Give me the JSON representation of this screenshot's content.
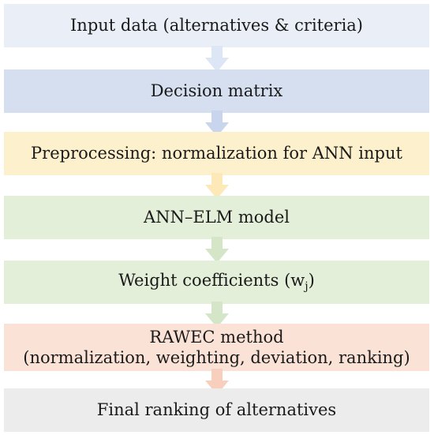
{
  "diagram": {
    "steps": [
      {
        "label": "Input data (alternatives & criteria)",
        "color": "#e9eef7"
      },
      {
        "label": "Decision matrix",
        "color": "#d6dff0"
      },
      {
        "label": "Preprocessing: normalization for ANN input",
        "color": "#fdf0cc"
      },
      {
        "label": "ANN–ELM model",
        "color": "#e3efd8"
      },
      {
        "label_main": "Weight coefficients (w",
        "label_sub": "j",
        "label_end": ")",
        "color": "#e3efd8"
      },
      {
        "label_line1": "RAWEC method",
        "label_line2": "(normalization, weighting, deviation, ranking)",
        "color": "#fbe2d6"
      },
      {
        "label": "Final ranking of alternatives",
        "color": "#ececec"
      }
    ],
    "arrows": [
      {
        "color": "#dde6f4"
      },
      {
        "color": "#c9d5ec"
      },
      {
        "color": "#fde9b8"
      },
      {
        "color": "#d4e6c7"
      },
      {
        "color": "#d4e6c7"
      },
      {
        "color": "#f8cfbd"
      }
    ]
  }
}
